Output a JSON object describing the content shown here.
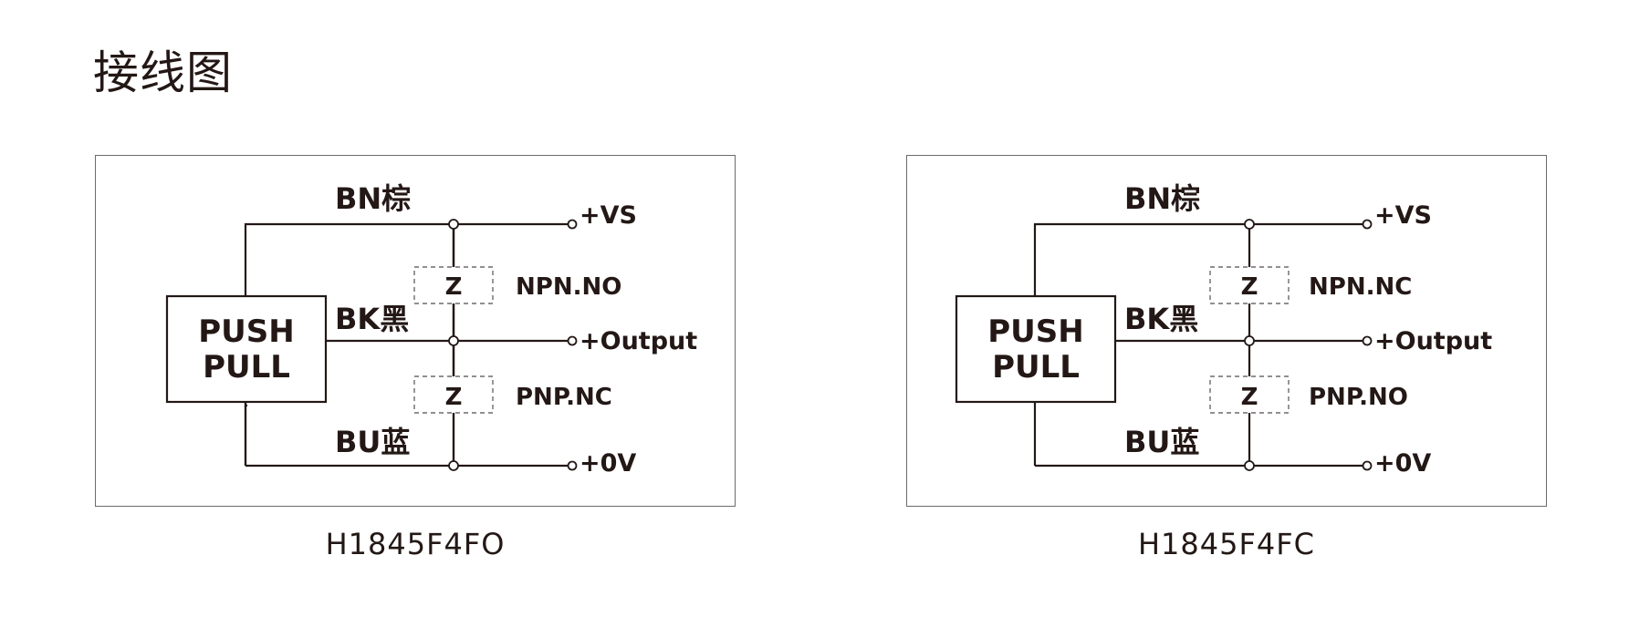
{
  "page": {
    "title": "接线图"
  },
  "diagrams": [
    {
      "model": "H1845F4FO",
      "block": {
        "line1": "PUSH",
        "line2": "PULL"
      },
      "wires": {
        "brown": "BN棕",
        "black": "BK黑",
        "blue": "BU蓝"
      },
      "terminals": {
        "vs": "+VS",
        "output": "+Output",
        "zero": "+0V"
      },
      "loads": {
        "upper_z": "Z",
        "lower_z": "Z",
        "upper_label": "NPN.NO",
        "lower_label": "PNP.NC"
      }
    },
    {
      "model": "H1845F4FC",
      "block": {
        "line1": "PUSH",
        "line2": "PULL"
      },
      "wires": {
        "brown": "BN棕",
        "black": "BK黑",
        "blue": "BU蓝"
      },
      "terminals": {
        "vs": "+VS",
        "output": "+Output",
        "zero": "+0V"
      },
      "loads": {
        "upper_z": "Z",
        "lower_z": "Z",
        "upper_label": "NPN.NC",
        "lower_label": "PNP.NO"
      }
    }
  ],
  "colors": {
    "line": "#231815",
    "frame": "#6e6a69"
  }
}
